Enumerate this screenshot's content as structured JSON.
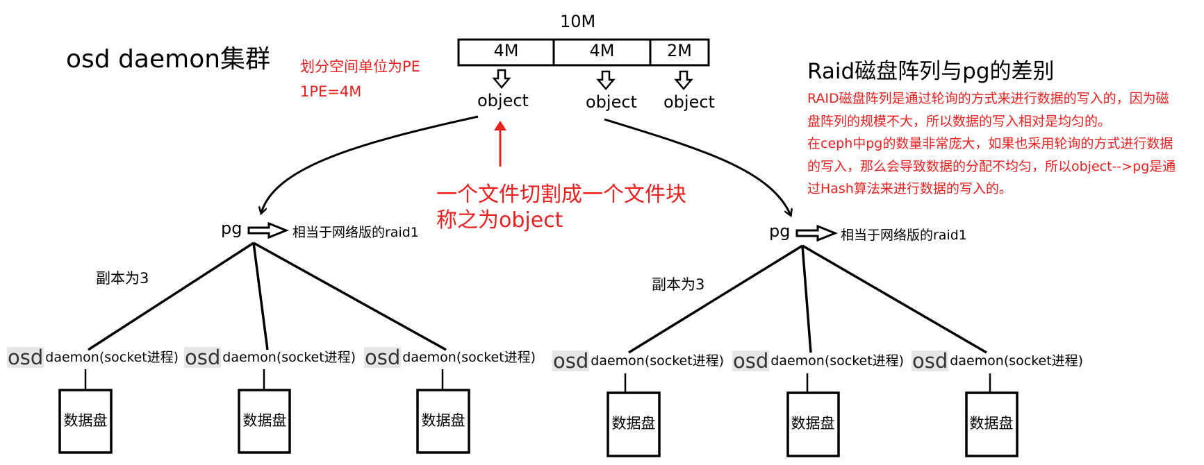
{
  "title": "osd daemon集群",
  "pe": {
    "line1": "划分空间单位为PE",
    "line2": "1PE=4M"
  },
  "file": {
    "total": "10M",
    "segments": [
      "4M",
      "4M",
      "2M"
    ]
  },
  "objects": [
    "object",
    "object",
    "object"
  ],
  "cut_note": {
    "line1": "一个文件切割成一个文件块",
    "line2": "称之为object"
  },
  "raid": {
    "title": "Raid磁盘阵列与pg的差别",
    "lines": [
      "RAID磁盘阵列是通过轮询的方式来进行数据的写入的，因为磁",
      "盘阵列的规模不大，所以数据的写入相对是均匀的。",
      "在ceph中pg的数量非常庞大，如果也采用轮询的方式进行数据",
      "的写入，那么会导致数据的分配不均匀，所以object-->pg是通",
      "过Hash算法来进行数据的写入的。"
    ]
  },
  "groups": [
    {
      "pg": "pg",
      "pg_desc": "相当于网络版的raid1",
      "replica": "副本为3",
      "osds": [
        {
          "glyph": "osd",
          "label": "daemon(socket进程)",
          "disk": "数据盘"
        },
        {
          "glyph": "osd",
          "label": "daemon(socket进程)",
          "disk": "数据盘"
        },
        {
          "glyph": "osd",
          "label": "daemon(socket进程)",
          "disk": "数据盘"
        }
      ]
    },
    {
      "pg": "pg",
      "pg_desc": "相当于网络版的raid1",
      "replica": "副本为3",
      "osds": [
        {
          "glyph": "osd",
          "label": "daemon(socket进程)",
          "disk": "数据盘"
        },
        {
          "glyph": "osd",
          "label": "daemon(socket进程)",
          "disk": "数据盘"
        },
        {
          "glyph": "osd",
          "label": "daemon(socket进程)",
          "disk": "数据盘"
        }
      ]
    }
  ],
  "colors": {
    "annotation": "#e8201f",
    "line": "#000000"
  }
}
